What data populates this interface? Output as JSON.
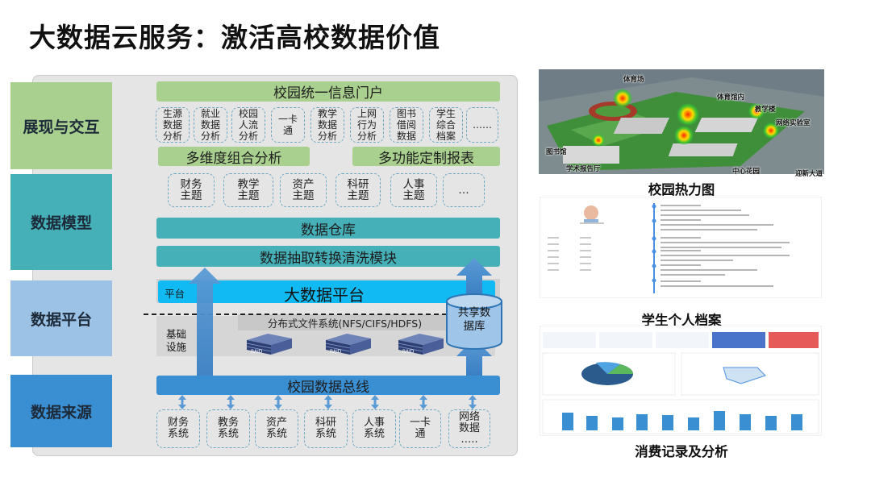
{
  "title": "大数据云服务：激活高校数据价值",
  "layers": {
    "presentation": "展现与交互",
    "model": "数据模型",
    "platform": "数据平台",
    "source": "数据来源"
  },
  "presentation": {
    "portal": "校园统一信息门户",
    "apps": [
      "生源\n数据\n分析",
      "就业\n数据\n分析",
      "校园\n人流\n分析",
      "一卡\n通",
      "教学\n数据\n分析",
      "上网\n行为\n分析",
      "图书\n借阅\n数据",
      "学生\n综合\n档案",
      "……"
    ],
    "multi_analysis": "多维度组合分析",
    "custom_reports": "多功能定制报表"
  },
  "model": {
    "topics": [
      "财务\n主题",
      "教学\n主题",
      "资产\n主题",
      "科研\n主题",
      "人事\n主题",
      "…"
    ],
    "warehouse": "数据仓库",
    "etl": "数据抽取转换清洗模块"
  },
  "platform": {
    "platform_tag": "平台",
    "big_data": "大数据平台",
    "shared_db": "共享数\n据库",
    "infra": "基础\n设施",
    "filesystem": "分布式文件系统(NFS/CIFS/HDFS)",
    "raid": "RAID"
  },
  "source": {
    "bus": "校园数据总线",
    "systems": [
      "财务\n系统",
      "教务\n系统",
      "资产\n系统",
      "科研\n系统",
      "人事\n系统",
      "一卡\n通",
      "网络\n数据\n….."
    ]
  },
  "right": {
    "heatmap_caption": "校园热力图",
    "heatmap_labels": [
      "体育场",
      "体育馆内",
      "教学楼",
      "网络实验室",
      "图书馆",
      "学术报告厅",
      "中心花园",
      "迎新大道"
    ],
    "profile_caption": "学生个人档案",
    "consumption_caption": "消费记录及分析"
  },
  "colors": {
    "green": "#a9d08e",
    "teal": "#45b0b8",
    "blue": "#3a8ed2",
    "cyan": "#12baf4",
    "label_green": "#a9d08e",
    "label_teal": "#45b0b8",
    "label_platform": "#9cc3e6",
    "label_source": "#3a8ed2"
  }
}
